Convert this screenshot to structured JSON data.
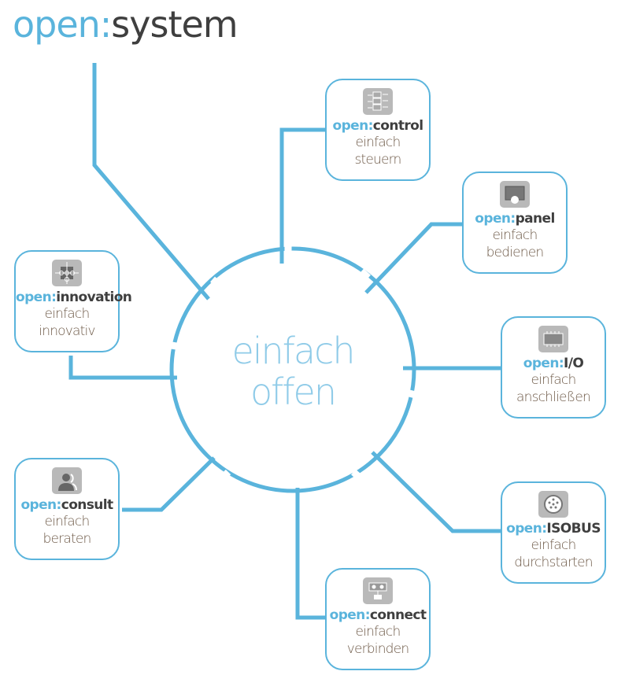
{
  "logo": {
    "prefix": "open:",
    "suffix": "system"
  },
  "center": {
    "line1": "einfach",
    "line2": "offen"
  },
  "nodes": [
    {
      "prefix": "open:",
      "name": "control",
      "line1": "einfach",
      "line2": "steuern",
      "icon": "control-icon"
    },
    {
      "prefix": "open:",
      "name": "panel",
      "line1": "einfach",
      "line2": "bedienen",
      "icon": "panel-icon"
    },
    {
      "prefix": "open:",
      "name": "I/O",
      "line1": "einfach",
      "line2": "anschließen",
      "icon": "io-icon"
    },
    {
      "prefix": "open:",
      "name": "ISOBUS",
      "line1": "einfach",
      "line2": "durchstarten",
      "icon": "isobus-icon"
    },
    {
      "prefix": "open:",
      "name": "connect",
      "line1": "einfach",
      "line2": "verbinden",
      "icon": "connect-icon"
    },
    {
      "prefix": "open:",
      "name": "consult",
      "line1": "einfach",
      "line2": "beraten",
      "icon": "consult-icon"
    },
    {
      "prefix": "open:",
      "name": "innovation",
      "line1": "einfach",
      "line2": "innovativ",
      "icon": "innovation-icon"
    }
  ],
  "colors": {
    "accent": "#5ab4dc",
    "dark": "#3f3f3f",
    "subtext": "#6e5a48"
  }
}
